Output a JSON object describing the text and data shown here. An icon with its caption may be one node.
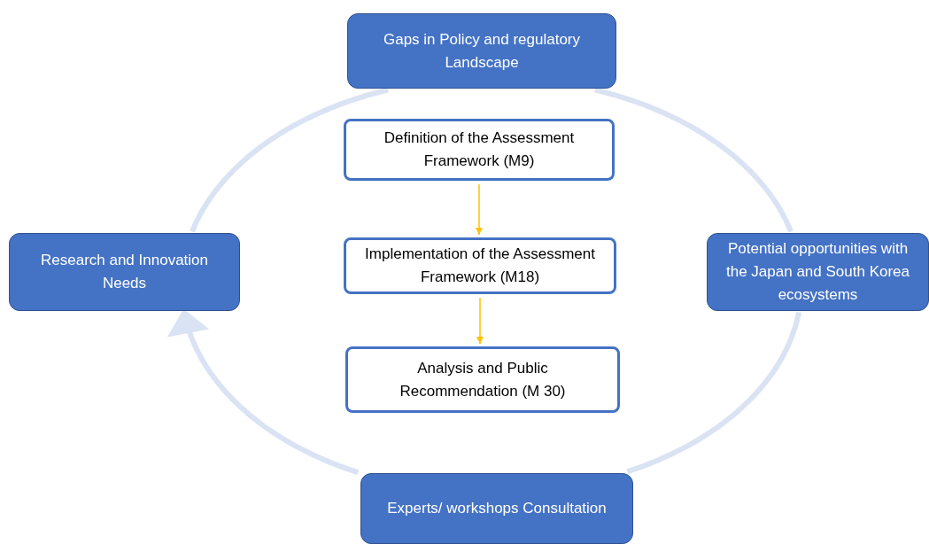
{
  "diagram": {
    "nodes": [
      {
        "text": [
          "Gaps in Policy and regulatory Landscape"
        ]
      },
      {
        "text": [
          "Research and Innovation Needs"
        ]
      },
      {
        "text": [
          "Definition of the  Assessment Framework (M9)"
        ]
      },
      {
        "text": [
          "Implementation of the Assessment Framework (M18)"
        ]
      },
      {
        "text": [
          "Potential opportunities with the Japan and South Korea ecosystems"
        ]
      },
      {
        "text": [
          "Analysis and Public Recommendation  (M 30)"
        ]
      },
      {
        "text": [
          "Experts/ workshops Consultation"
        ]
      }
    ],
    "edges": [
      {
        "from": 2,
        "to": 3,
        "arrow": "to",
        "color": "#ffc000"
      },
      {
        "from": 3,
        "to": 5,
        "arrow": "to",
        "color": "#ffc000"
      },
      {
        "from": 0,
        "to": 4,
        "arrow": "none"
      },
      {
        "from": 4,
        "to": 6,
        "arrow": "none"
      },
      {
        "from": 6,
        "to": 1,
        "arrow": "to"
      },
      {
        "from": 1,
        "to": 0,
        "arrow": "none"
      }
    ]
  }
}
